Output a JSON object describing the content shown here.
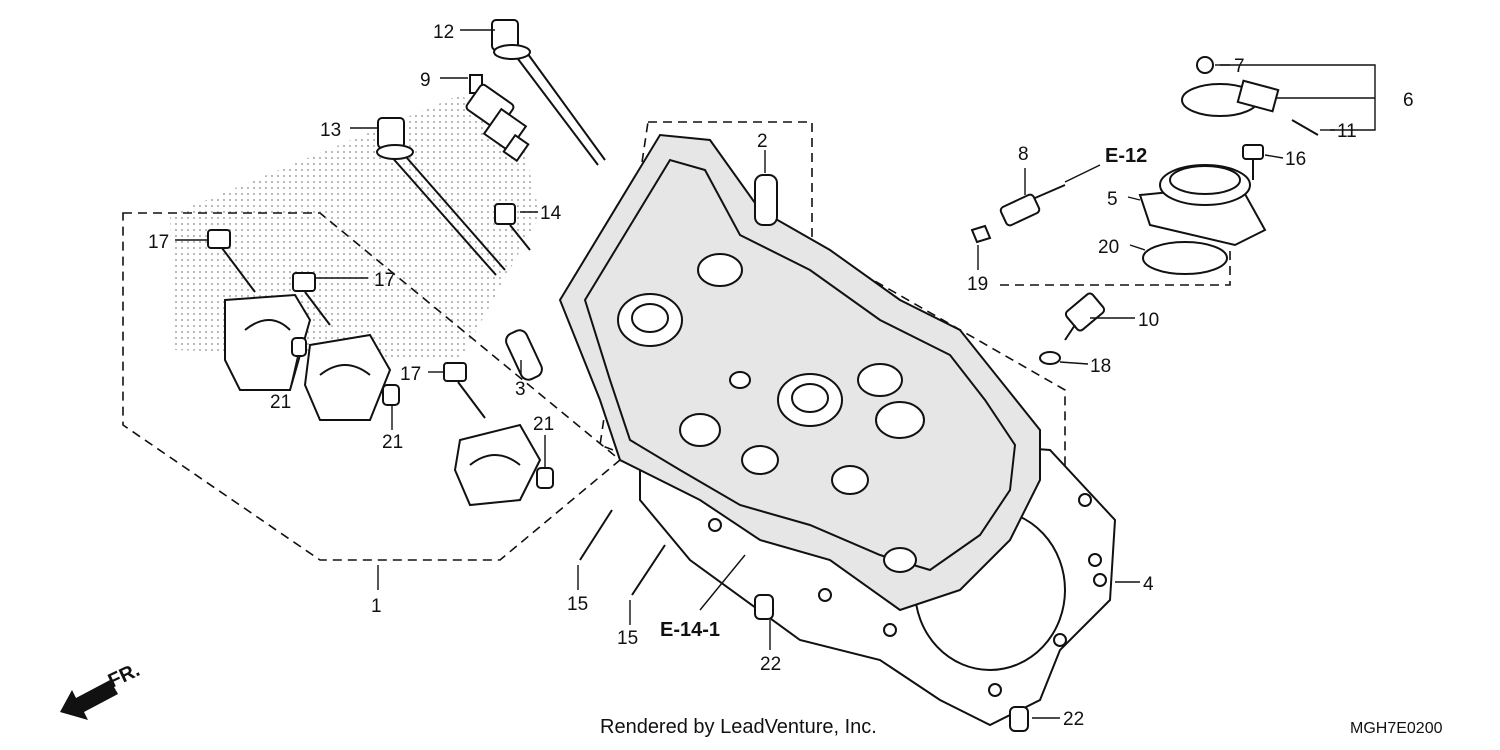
{
  "callouts": {
    "c1": "1",
    "c2": "2",
    "c3": "3",
    "c4": "4",
    "c5": "5",
    "c6": "6",
    "c7": "7",
    "c8": "8",
    "c9": "9",
    "c10": "10",
    "c11": "11",
    "c12": "12",
    "c13": "13",
    "c14": "14",
    "c15a": "15",
    "c15b": "15",
    "c16": "16",
    "c17a": "17",
    "c17b": "17",
    "c17c": "17",
    "c18": "18",
    "c19": "19",
    "c20": "20",
    "c21a": "21",
    "c21b": "21",
    "c21c": "21",
    "c22a": "22",
    "c22b": "22"
  },
  "references": {
    "e12": "E-12",
    "e141": "E-14-1"
  },
  "front_arrow": {
    "label": "FR."
  },
  "footer": {
    "credit": "Rendered by LeadVenture, Inc.",
    "diagram_code": "MGH7E0200"
  },
  "icons": {
    "front_arrow": "arrow-down-left-icon"
  }
}
